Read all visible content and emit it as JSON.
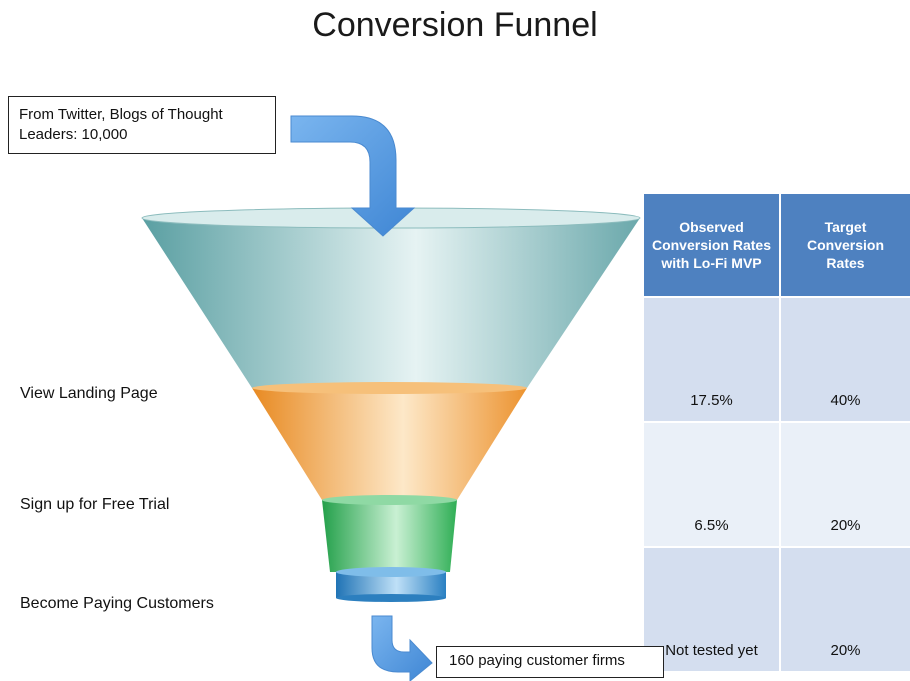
{
  "title": "Conversion Funnel",
  "source_box": {
    "line1": "From Twitter, Blogs of Thought",
    "line2": "Leaders:  10,000"
  },
  "stages": [
    {
      "label": "View Landing Page",
      "observed": "17.5%",
      "target": "40%"
    },
    {
      "label": "Sign up for Free Trial",
      "observed": "6.5%",
      "target": "20%"
    },
    {
      "label": "Become Paying Customers",
      "observed": "Not tested yet",
      "target": "20%"
    }
  ],
  "table": {
    "header_observed": "Observed Conversion Rates with Lo-Fi MVP",
    "header_target": "Target Conversion Rates"
  },
  "result_box": "160 paying customer firms",
  "colors": {
    "funnel_top": "#8fc6c8",
    "funnel_middle": "#f3a54a",
    "funnel_lower": "#4dbf6c",
    "funnel_bottom": "#3a8fcf",
    "arrow": "#5a9be0",
    "table_header": "#4e81c0",
    "table_row_dark": "#d4deef",
    "table_row_light": "#eaf0f8"
  }
}
